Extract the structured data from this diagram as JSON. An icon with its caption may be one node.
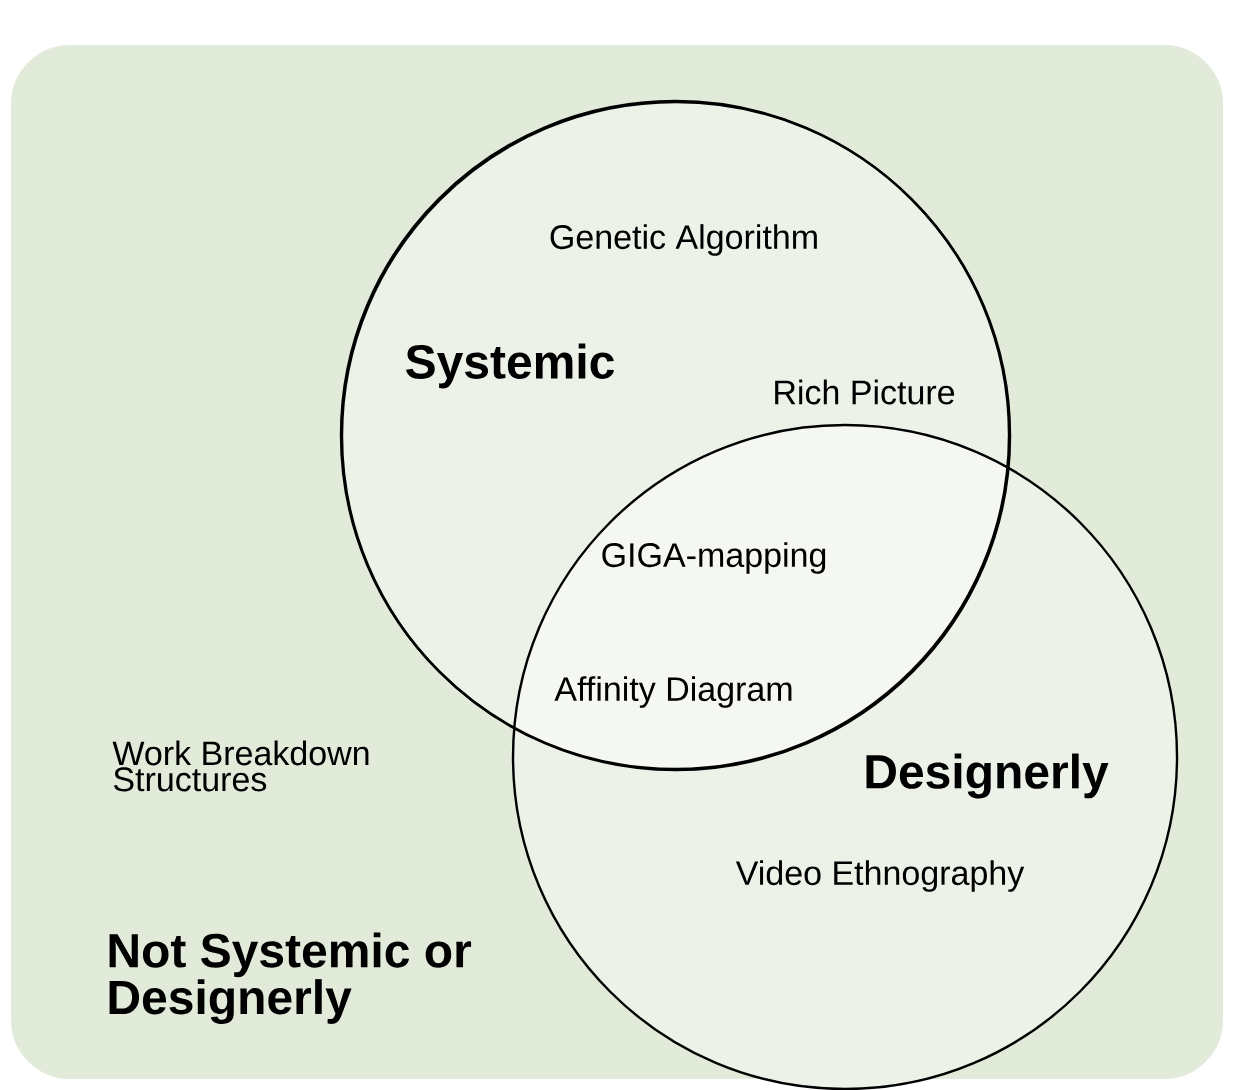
{
  "diagram": {
    "nodes": [
      {
        "text": [
          "Work Breakdown Structures",
          "Not Systemic or Designerly"
        ]
      },
      {
        "text": [
          "Genetic Algorithm",
          "Systemic"
        ],
        "in": 0
      },
      {
        "text": [
          "Designerly",
          "Video Ethnography"
        ],
        "in": 0
      }
    ],
    "labels": [
      "Rich Picture",
      "GIGA-mapping",
      "Affinity Diagram"
    ]
  }
}
